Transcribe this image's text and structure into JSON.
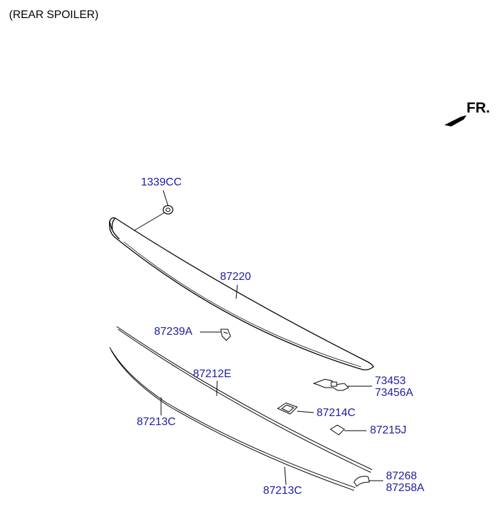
{
  "title": "(REAR SPOILER)",
  "direction_label": "FR.",
  "part_labels": {
    "p1339CC": "1339CC",
    "p87220": "87220",
    "p87239A": "87239A",
    "p87212E": "87212E",
    "p73453": "73453",
    "p73456A": "73456A",
    "p87214C": "87214C",
    "p87215J": "87215J",
    "p87213C_left": "87213C",
    "p87213C_bottom": "87213C",
    "p87268": "87268",
    "p87258A": "87258A"
  },
  "icons": {
    "direction": "forward-arrow-icon"
  },
  "colors": {
    "label": "#1a1aa6",
    "line": "#000000",
    "background": "#ffffff"
  }
}
